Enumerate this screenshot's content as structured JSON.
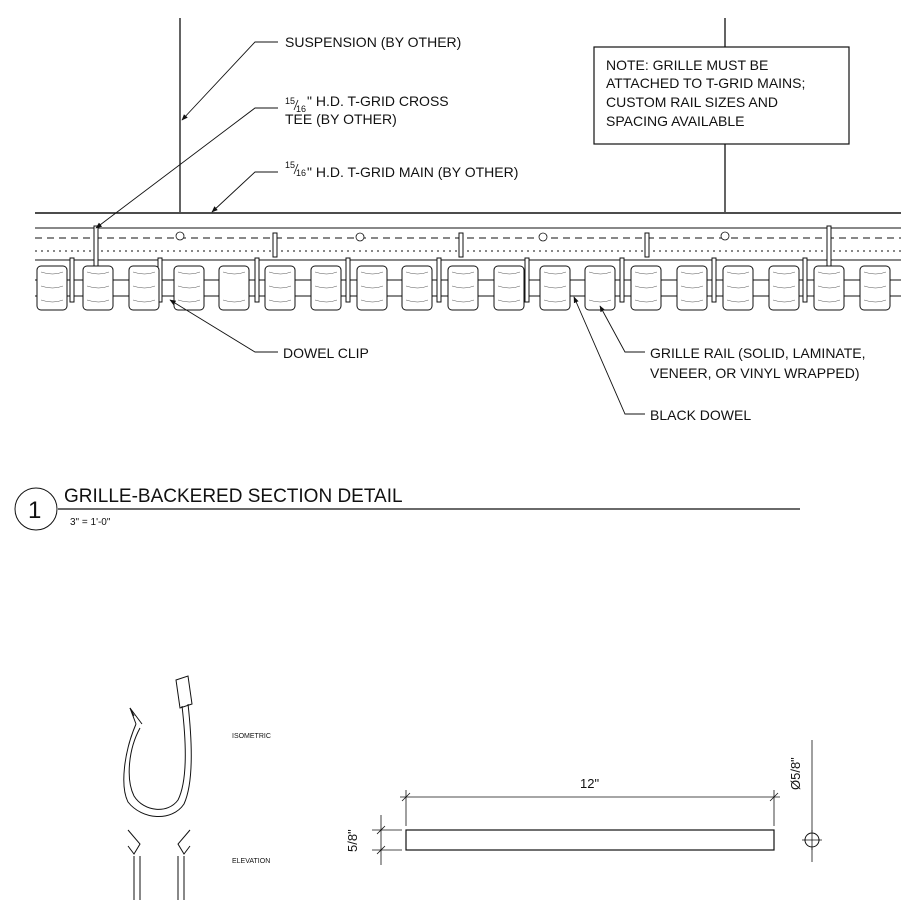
{
  "callouts": {
    "suspension": "SUSPENSION (BY OTHER)",
    "cross_tee_fraction_num": "15",
    "cross_tee_fraction_den": "16",
    "cross_tee_line1": "\" H.D. T-GRID CROSS",
    "cross_tee_line2": "TEE (BY OTHER)",
    "main_fraction_num": "15",
    "main_fraction_den": "16",
    "main_line": "\" H.D. T-GRID MAIN (BY OTHER)",
    "dowel_clip": "DOWEL CLIP",
    "grille_rail_line1": "GRILLE RAIL (SOLID, LAMINATE,",
    "grille_rail_line2": "VENEER, OR VINYL WRAPPED)",
    "black_dowel": "BLACK DOWEL"
  },
  "note": {
    "line1": "NOTE: GRILLE MUST BE",
    "line2": "ATTACHED TO T-GRID MAINS;",
    "line3": "CUSTOM RAIL SIZES AND",
    "line4": "SPACING AVAILABLE"
  },
  "detail": {
    "number": "1",
    "title": "GRILLE-BACKERED SECTION DETAIL",
    "scale": "3\" = 1'-0\""
  },
  "clip_views": {
    "isometric": "ISOMETRIC",
    "elevation": "ELEVATION"
  },
  "dowel_dims": {
    "length": "12\"",
    "thickness": "5/8\"",
    "diameter": "Ø5/8\""
  }
}
